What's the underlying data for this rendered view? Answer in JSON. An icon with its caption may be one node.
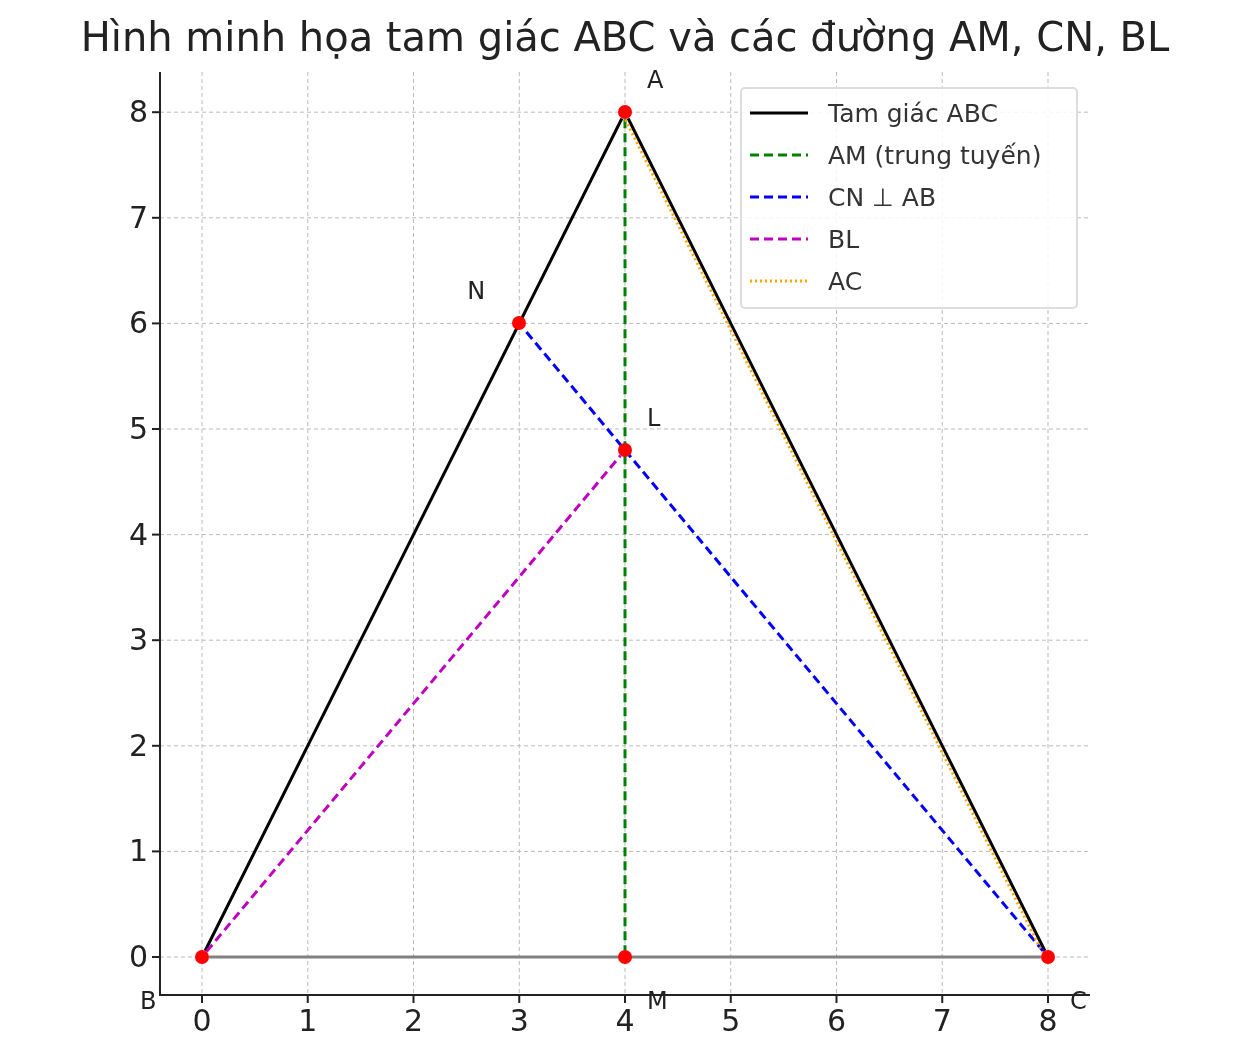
{
  "diagram": {
    "title": "Hình minh họa tam giác ABC và các đường AM, CN, BL",
    "nodes": [
      {
        "text": [],
        "shape": "circle",
        "beside": [
          "A"
        ]
      },
      {
        "text": [],
        "shape": "circle",
        "beside": [
          "N"
        ]
      },
      {
        "text": [],
        "shape": "circle",
        "beside": [
          "L"
        ]
      },
      {
        "text": [],
        "shape": "circle",
        "beside": [
          "B"
        ]
      },
      {
        "text": [],
        "shape": "circle",
        "beside": [
          "M"
        ]
      },
      {
        "text": [],
        "shape": "circle",
        "beside": [
          "C"
        ]
      }
    ],
    "edges": [
      {
        "from": 0,
        "to": 3,
        "arrow": "none"
      },
      {
        "from": 0,
        "to": 5,
        "arrow": "none"
      },
      {
        "from": 3,
        "to": 5,
        "arrow": "none",
        "color": "#808080"
      },
      {
        "from": 0,
        "to": 4,
        "arrow": "none",
        "style": "dashed",
        "color": "#008000"
      },
      {
        "from": 5,
        "to": 1,
        "arrow": "none",
        "style": "dashed",
        "color": "#0000ff"
      },
      {
        "from": 3,
        "to": 2,
        "arrow": "none",
        "style": "dashed",
        "color": "#bf00bf"
      },
      {
        "from": 0,
        "to": 5,
        "arrow": "none",
        "style": "dashed",
        "color": "#ffa500"
      }
    ],
    "labels": [
      "8",
      "7",
      "6",
      "5",
      "4",
      "3",
      "2",
      "1",
      "0",
      "0",
      "1",
      "2",
      "3",
      "4",
      "5",
      "6",
      "7",
      "8"
    ],
    "legend": [
      {
        "text": "Tam giác ABC"
      },
      {
        "text": "AM (trung tuyến)"
      },
      {
        "text": "CN ⊥ AB"
      },
      {
        "text": "BL"
      },
      {
        "text": "AC"
      }
    ]
  }
}
